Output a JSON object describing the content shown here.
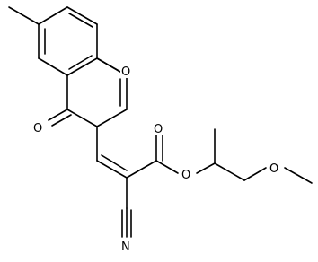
{
  "structure": {
    "atoms": {
      "ring_oxygen": "O",
      "ketone_oxygen": "O",
      "ester_carbonyl_oxygen": "O",
      "ester_oxygen": "O",
      "ether_oxygen": "O",
      "nitrile_nitrogen": "N"
    },
    "colors": {
      "bond": "#000000",
      "text": "#000000",
      "background": "#ffffff"
    }
  }
}
